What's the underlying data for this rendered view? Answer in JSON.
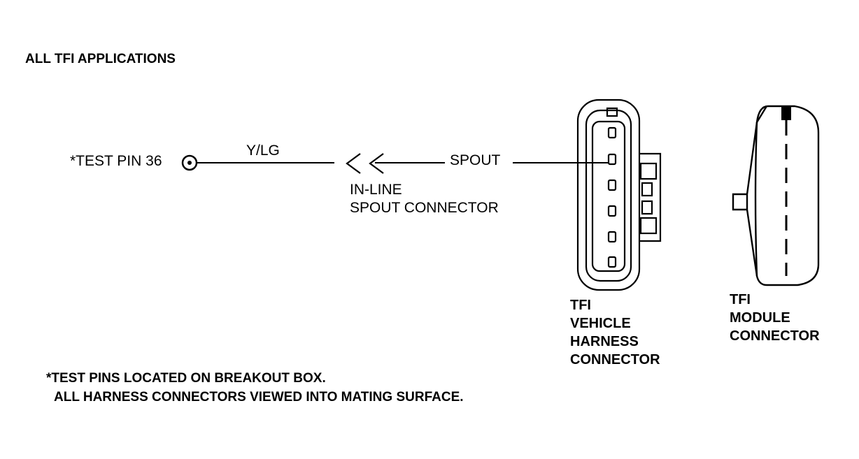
{
  "title": "ALL TFI APPLICATIONS",
  "test_pin_label": "*TEST PIN 36",
  "wire_color": "Y/LG",
  "spout_label": "SPOUT",
  "inline_connector": [
    "IN-LINE",
    "SPOUT CONNECTOR"
  ],
  "harness_connector": [
    "TFI",
    "VEHICLE",
    "HARNESS",
    "CONNECTOR"
  ],
  "module_connector": [
    "TFI",
    "MODULE",
    "CONNECTOR"
  ],
  "notes": [
    "*TEST PINS LOCATED ON BREAKOUT BOX.",
    "ALL HARNESS CONNECTORS VIEWED INTO MATING SURFACE."
  ]
}
